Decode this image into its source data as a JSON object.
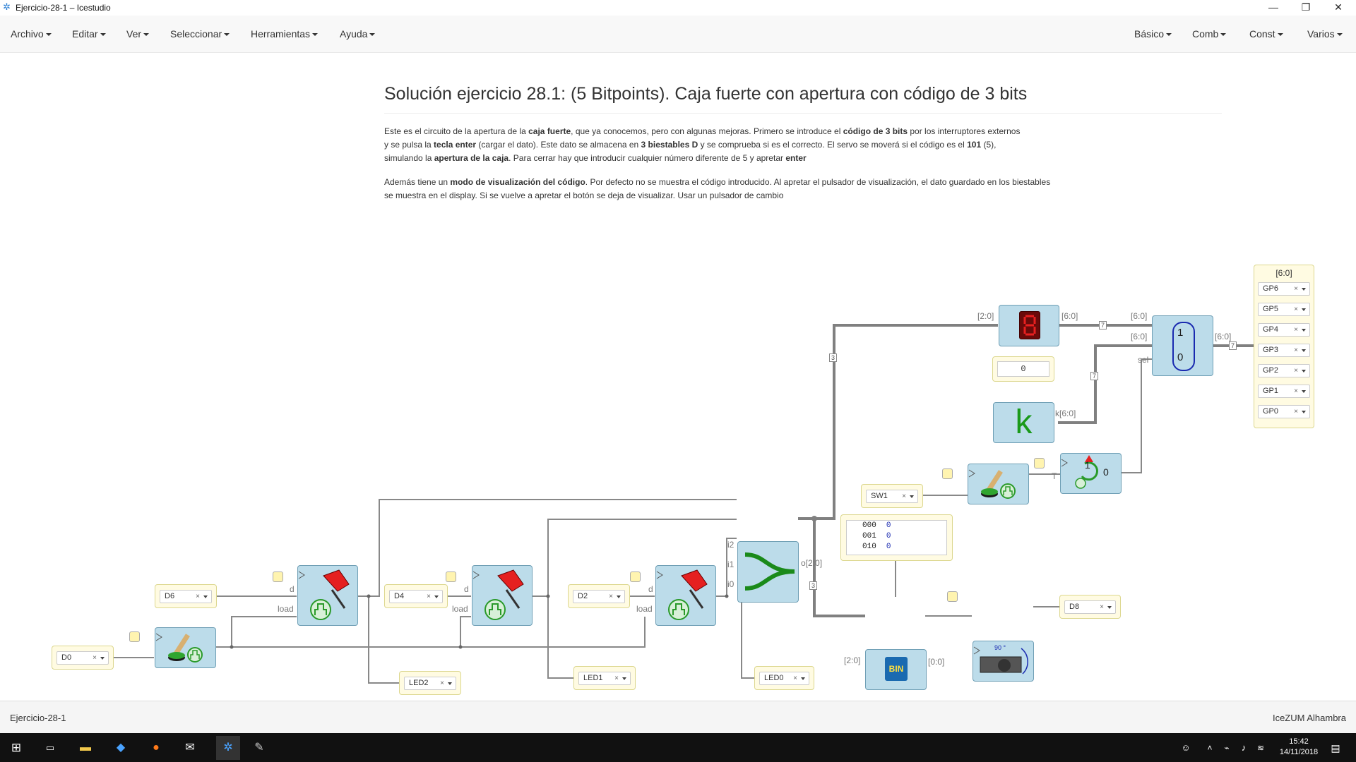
{
  "window": {
    "title": "Ejercicio-28-1 – Icestudio"
  },
  "menu": {
    "left": [
      "Archivo",
      "Editar",
      "Ver",
      "Seleccionar",
      "Herramientas",
      "Ayuda"
    ],
    "right": [
      "Básico",
      "Comb",
      "Const",
      "Varios"
    ]
  },
  "doc": {
    "title": "Solución ejercicio 28.1: (5 Bitpoints). Caja fuerte con apertura con código de 3 bits",
    "p1": [
      {
        "t": "Este es el circuito de la apertura de la ",
        "b": false
      },
      {
        "t": "caja fuerte",
        "b": true
      },
      {
        "t": ", que ya conocemos, pero con algunas mejoras. Primero se introduce el ",
        "b": false
      },
      {
        "t": "código de 3 bits",
        "b": true
      },
      {
        "t": " por los interruptores externos",
        "b": false
      },
      {
        "br": true
      },
      {
        "t": "y se pulsa la ",
        "b": false
      },
      {
        "t": "tecla enter",
        "b": true
      },
      {
        "t": " (cargar el dato). Este dato se almacena en ",
        "b": false
      },
      {
        "t": "3 biestables D",
        "b": true
      },
      {
        "t": " y se comprueba si es el correcto. El servo se moverá si el código es el ",
        "b": false
      },
      {
        "t": "101",
        "b": true
      },
      {
        "t": " (5),",
        "b": false
      },
      {
        "br": true
      },
      {
        "t": "simulando la ",
        "b": false
      },
      {
        "t": "apertura de la caja",
        "b": true
      },
      {
        "t": ". Para cerrar hay que introducir cualquier número diferente de 5 y apretar ",
        "b": false
      },
      {
        "t": "enter",
        "b": true
      }
    ],
    "p2": [
      {
        "t": "Además tiene un ",
        "b": false
      },
      {
        "t": "modo de visualización del código",
        "b": true
      },
      {
        "t": ". Por defecto no se muestra el código introducido. Al apretar el pulsador de visualización, el dato guardado en los biestables",
        "b": false
      },
      {
        "br": true
      },
      {
        "t": "se muestra en el display. Si se vuelve a apretar el botón se deja de visualizar. Usar un pulsador de cambio",
        "b": false
      }
    ]
  },
  "circuit": {
    "inputs": {
      "d6": "D6",
      "d4": "D4",
      "d2": "D2",
      "d0": "D0",
      "sw1": "SW1"
    },
    "outputs": {
      "led2": "LED2",
      "led1": "LED1",
      "led0": "LED0",
      "d8": "D8"
    },
    "gp_header": "[6:0]",
    "gp": [
      "GP6",
      "GP5",
      "GP4",
      "GP3",
      "GP2",
      "GP1",
      "GP0"
    ],
    "x_mark": "×",
    "const_value": "0",
    "const_symbol": "k",
    "mem_rows": [
      {
        "addr": "000",
        "val": "0"
      },
      {
        "addr": "001",
        "val": "0"
      },
      {
        "addr": "010",
        "val": "0"
      }
    ],
    "labels": {
      "d": "d",
      "load": "load",
      "i2": "i2",
      "i1": "i1",
      "i0": "i0",
      "o": "o[2:0]",
      "in20": "[2:0]",
      "out60": "[6:0]",
      "in60a": "[6:0]",
      "in60b": "[6:0]",
      "out60b": "[6:0]",
      "sel": "sel",
      "k60": "k[6:0]",
      "t": "T",
      "bin_in": "[2:0]",
      "bin_out": "[0:0]",
      "bus3a": "3",
      "bus3b": "3",
      "bus7a": "7",
      "bus7b": "7",
      "bus7c": "7",
      "mux1": "1",
      "mux0": "0",
      "tog1": "1",
      "tog0": "0",
      "bin": "BIN",
      "servo_deg": "90 °"
    }
  },
  "status": {
    "left": "Ejercicio-28-1",
    "right": "IceZUM Alhambra"
  },
  "taskbar": {
    "time": "15:42",
    "date": "14/11/2018"
  }
}
